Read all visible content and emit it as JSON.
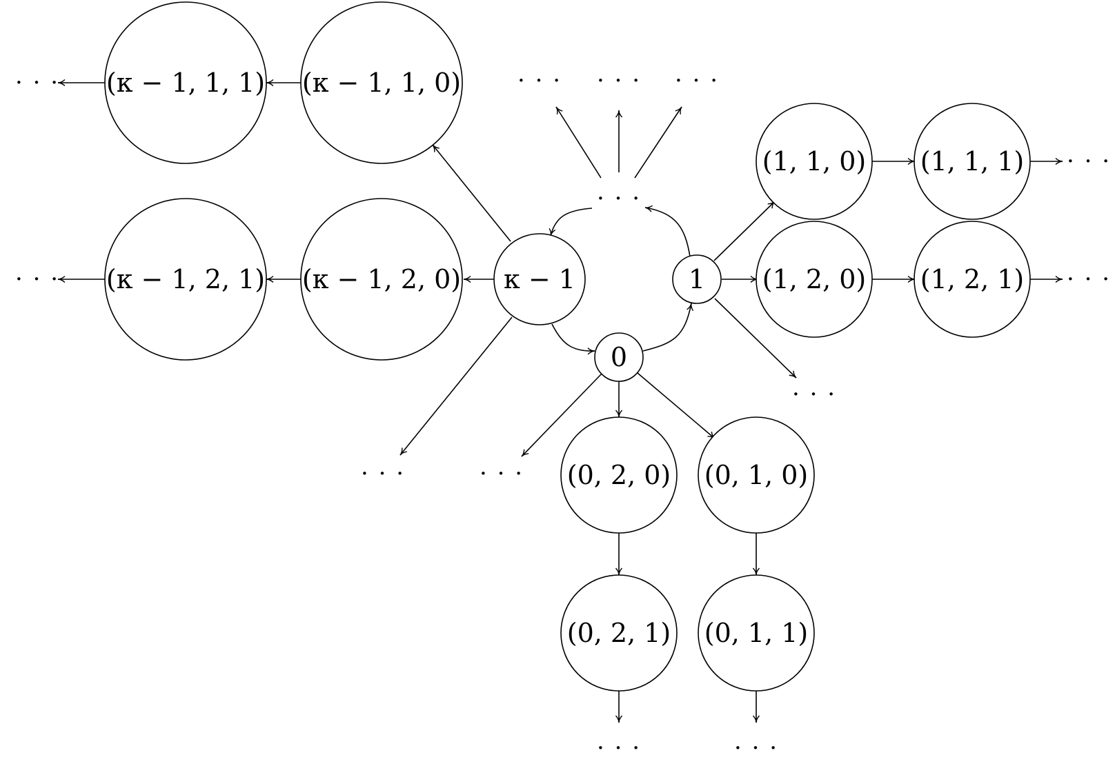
{
  "diagram": {
    "nodes": {
      "k1": "κ − 1",
      "one": "1",
      "zero": "0",
      "k110": "(κ − 1, 1, 0)",
      "k111": "(κ − 1, 1, 1)",
      "k120": "(κ − 1, 2, 0)",
      "k121": "(κ − 1, 2, 1)",
      "n110": "(1, 1, 0)",
      "n111": "(1, 1, 1)",
      "n120": "(1, 2, 0)",
      "n121": "(1, 2, 1)",
      "n020": "(0, 2, 0)",
      "n021": "(0, 2, 1)",
      "n010": "(0, 1, 0)",
      "n011": "(0, 1, 1)"
    },
    "ellipsis": "· · ·"
  }
}
